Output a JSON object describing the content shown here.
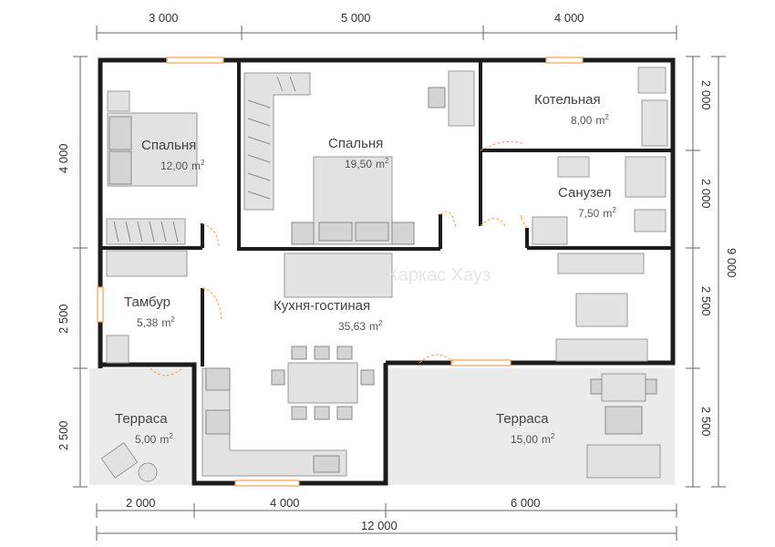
{
  "rooms": [
    {
      "key": "bedroom1",
      "name": "Спальня",
      "area": "12,00",
      "unit": "m",
      "sup": "2"
    },
    {
      "key": "bedroom2",
      "name": "Спальня",
      "area": "19,50",
      "unit": "m",
      "sup": "2"
    },
    {
      "key": "boiler",
      "name": "Котельная",
      "area": "8,00",
      "unit": "m",
      "sup": "2"
    },
    {
      "key": "bathroom",
      "name": "Санузел",
      "area": "7,50",
      "unit": "m",
      "sup": "2"
    },
    {
      "key": "vestibule",
      "name": "Тамбур",
      "area": "5,38",
      "unit": "m",
      "sup": "2"
    },
    {
      "key": "kitchen",
      "name": "Кухня-гостиная",
      "area": "35,63",
      "unit": "m",
      "sup": "2"
    },
    {
      "key": "terrace1",
      "name": "Терраса",
      "area": "5,00",
      "unit": "m",
      "sup": "2"
    },
    {
      "key": "terrace2",
      "name": "Терраса",
      "area": "15,00",
      "unit": "m",
      "sup": "2"
    }
  ],
  "dimensions": {
    "top": [
      "3 000",
      "5 000",
      "4 000"
    ],
    "bottom": [
      "2 000",
      "4 000",
      "6 000"
    ],
    "bottom_total": "12 000",
    "left": [
      "4 000",
      "2 500",
      "2 500"
    ],
    "right": [
      "2 000",
      "2 000",
      "2 500",
      "2 500"
    ],
    "right_total": "9 000"
  },
  "watermark": "Каркас Хауз",
  "colors": {
    "wall": "#1c1c1c",
    "furniture": "#e2e2e2",
    "terrace": "#ebebeb",
    "door": "#f0a050"
  }
}
